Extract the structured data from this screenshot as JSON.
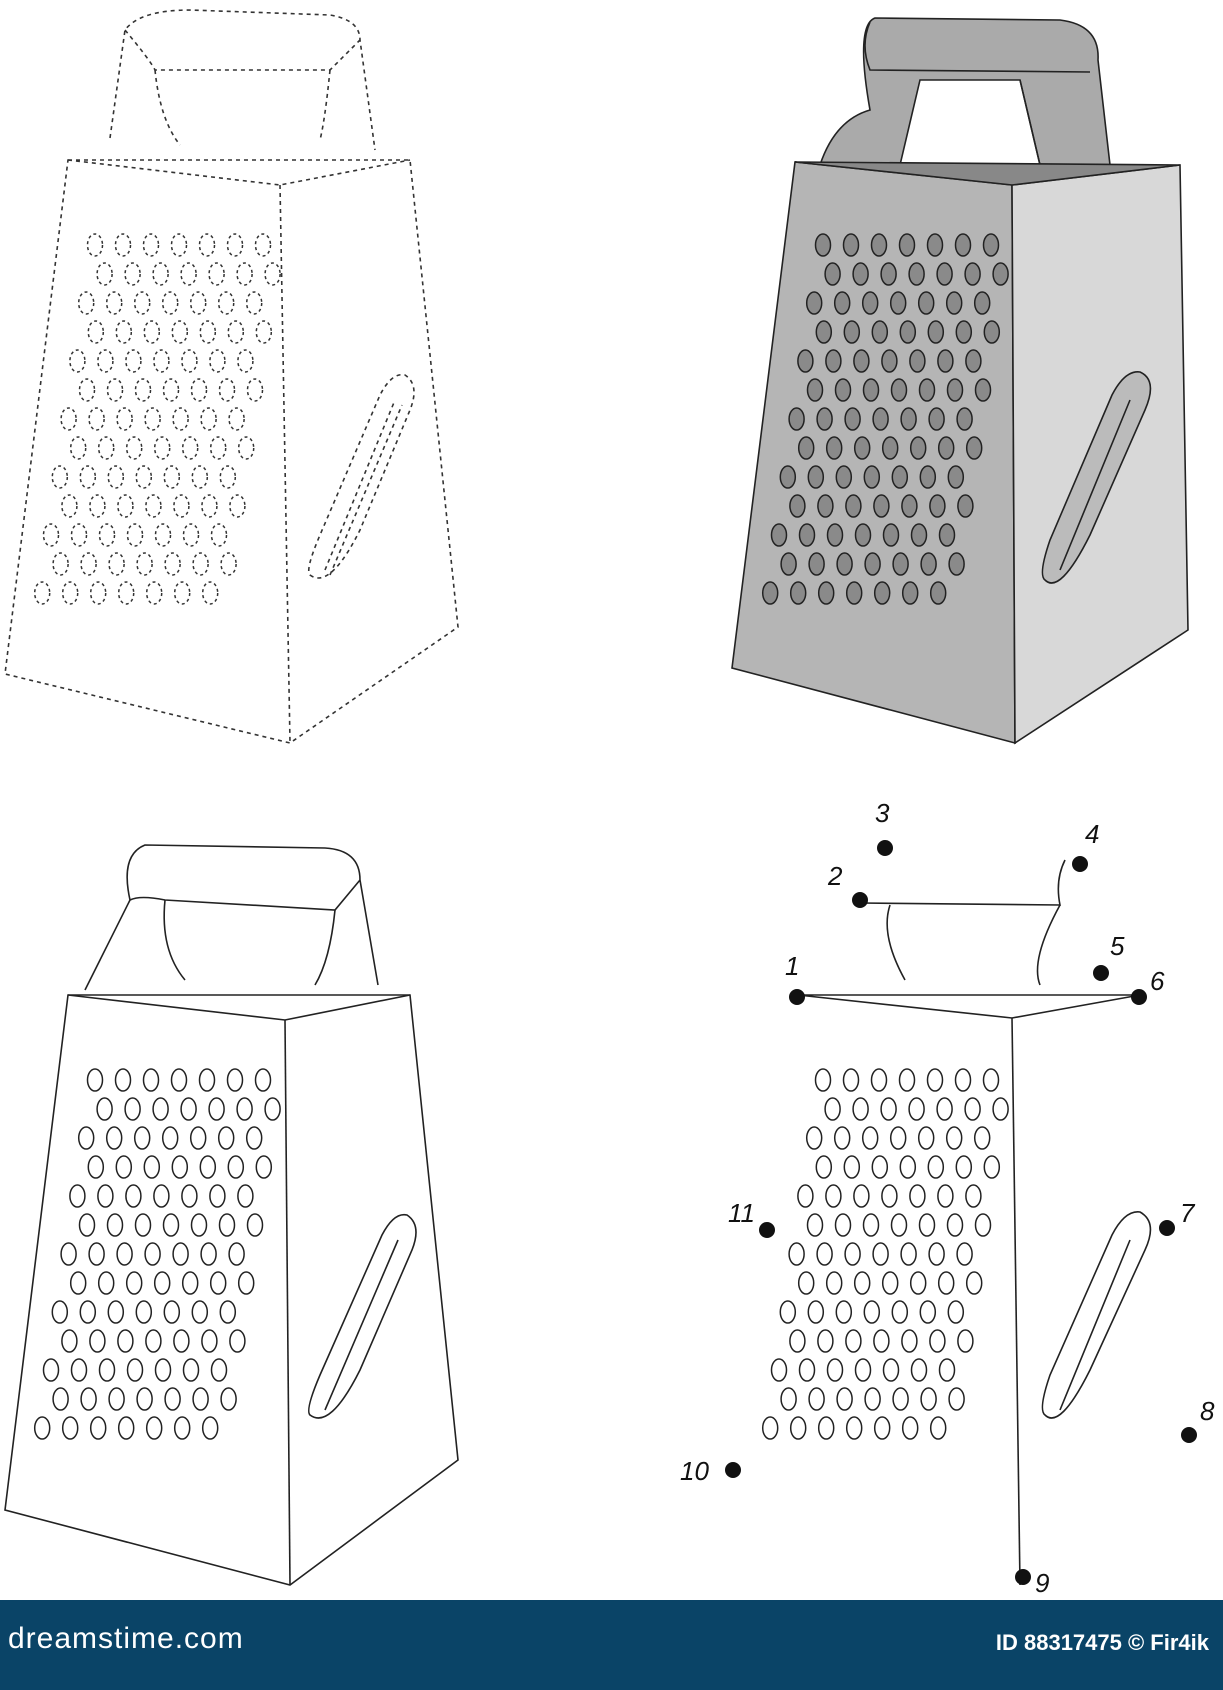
{
  "grater_panels": [
    {
      "name": "dashed-outline",
      "stroke": "#333333",
      "fill": "none",
      "dashed": true
    },
    {
      "name": "colored",
      "stroke": "#222222",
      "fill": "#bdbdbd",
      "dashed": false
    },
    {
      "name": "outline",
      "stroke": "#222222",
      "fill": "#ffffff",
      "dashed": false
    },
    {
      "name": "dot-to-dot",
      "stroke": "#222222",
      "fill": "#ffffff",
      "dashed": false
    }
  ],
  "dots": [
    {
      "label": "1"
    },
    {
      "label": "2"
    },
    {
      "label": "3"
    },
    {
      "label": "4"
    },
    {
      "label": "5"
    },
    {
      "label": "6"
    },
    {
      "label": "7"
    },
    {
      "label": "8"
    },
    {
      "label": "9"
    },
    {
      "label": "10"
    },
    {
      "label": "11"
    }
  ],
  "footer": {
    "brand": "dreamstime.com",
    "stock_id": "ID 88317475 © Fir4ik",
    "background": "#0a4467"
  }
}
